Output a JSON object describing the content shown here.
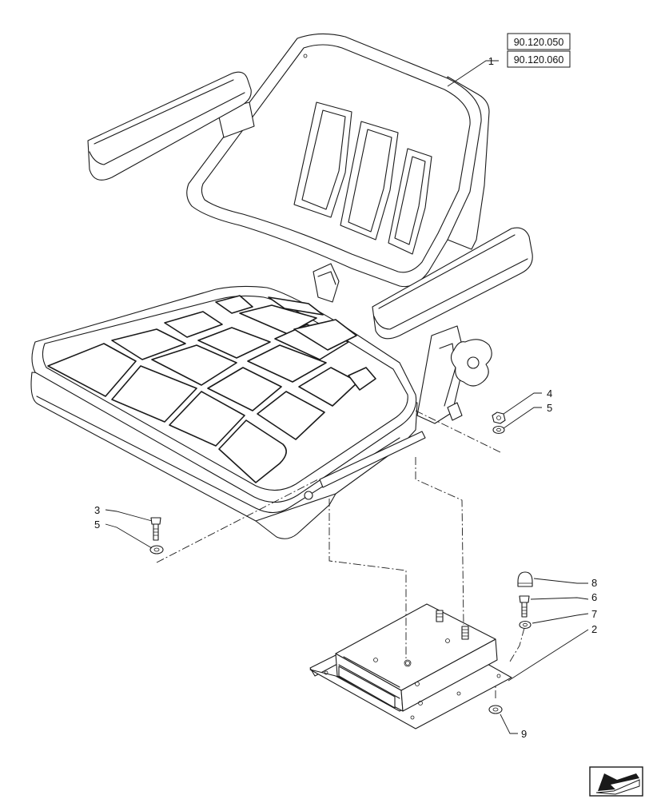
{
  "references": [
    "90.120.050",
    "90.120.060"
  ],
  "callouts": [
    "1",
    "2",
    "3",
    "4",
    "5",
    "5",
    "6",
    "7",
    "8",
    "9"
  ],
  "icons": {
    "navigation": "arrow-down-left-icon"
  }
}
